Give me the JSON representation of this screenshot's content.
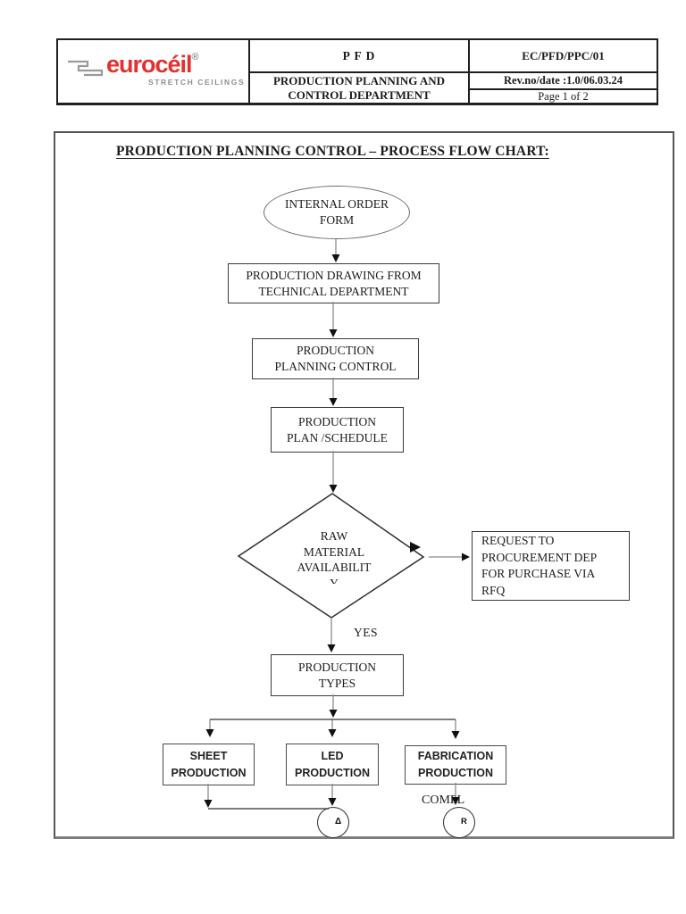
{
  "header": {
    "logo": {
      "brand": "eurocéil",
      "registered": "®",
      "tagline": "STRETCH CEILINGS",
      "brand_color": "#e2312e",
      "gray_color": "#8e8e8e"
    },
    "doc_type": "P F D",
    "department": "PRODUCTION PLANNING AND\nCONTROL DEPARTMENT",
    "doc_code": "EC/PFD/PPC/01",
    "revision": "Rev.no/date :1.0/06.03.24",
    "page": "Page 1 of 2"
  },
  "chart": {
    "title": "PRODUCTION PLANNING CONTROL – PROCESS FLOW CHART:",
    "nodes": {
      "start": "INTERNAL ORDER\nFORM",
      "drawing": "PRODUCTION DRAWING FROM\nTECHNICAL DEPARTMENT",
      "planning": "PRODUCTION\nPLANNING CONTROL",
      "plan": "PRODUCTION\nPLAN /SCHEDULE",
      "decision": "RAW\nMATERIAL\nAVAILABILIT\nY",
      "request": "REQUEST TO\nPROCUREMENT DEP\nFOR PURCHASE VIA\nRFQ",
      "types": "PRODUCTION\nTYPES",
      "sheet": "SHEET\nPRODUCTION",
      "led": "LED\nPRODUCTION",
      "fabrication": "FABRICATION\nPRODUCTION"
    },
    "labels": {
      "yes": "YES",
      "compl": "COMPL",
      "connector_a": "Δ",
      "connector_r": "R"
    },
    "colors": {
      "line_gray": "#8c8c8c",
      "line_dark": "#555555",
      "arrow_black": "#111111",
      "border_dark": "#3a3a3a"
    }
  }
}
